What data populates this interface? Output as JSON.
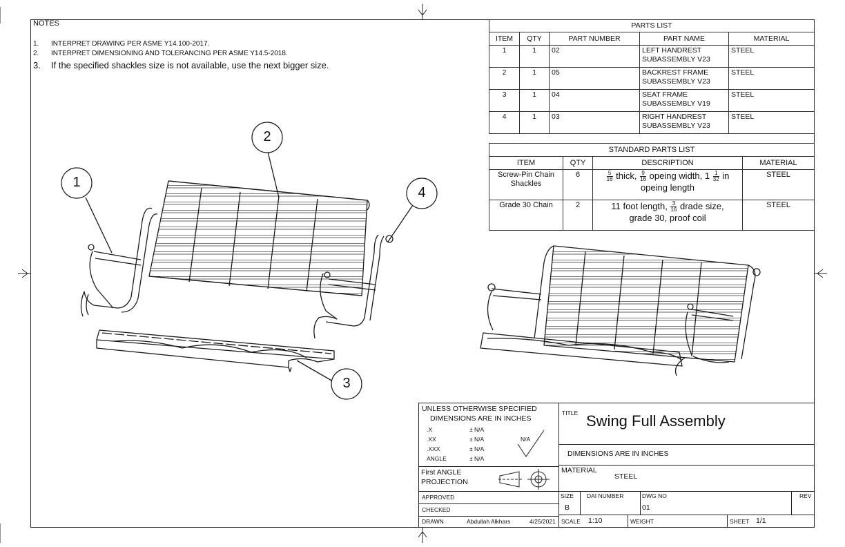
{
  "notes": {
    "title": "NOTES",
    "items": [
      {
        "num": "1.",
        "text": "INTERPRET DRAWING PER ASME Y14.100-2017."
      },
      {
        "num": "2.",
        "text": "INTERPRET DIMENSIONING AND TOLERANCING PER ASME Y14.5-2018."
      },
      {
        "num": "3.",
        "text": "If the specified shackles size is not available, use the next bigger size."
      }
    ]
  },
  "parts_list": {
    "title": "PARTS LIST",
    "headers": [
      "ITEM",
      "QTY",
      "PART NUMBER",
      "PART NAME",
      "MATERIAL"
    ],
    "rows": [
      {
        "item": "1",
        "qty": "1",
        "part_number": "02",
        "name_line1": "LEFT HANDREST",
        "name_line2": "SUBASSEMBLY V23",
        "material": "STEEL"
      },
      {
        "item": "2",
        "qty": "1",
        "part_number": "05",
        "name_line1": "BACKREST FRAME",
        "name_line2": "SUBASSEMBLY V23",
        "material": "STEEL"
      },
      {
        "item": "3",
        "qty": "1",
        "part_number": "04",
        "name_line1": "SEAT FRAME",
        "name_line2": "SUBASSEMBLY V19",
        "material": "STEEL"
      },
      {
        "item": "4",
        "qty": "1",
        "part_number": "03",
        "name_line1": "RIGHT HANDREST",
        "name_line2": "SUBASSEMBLY V23",
        "material": "STEEL"
      }
    ]
  },
  "standard_parts": {
    "title": "STANDARD PARTS LIST",
    "headers": [
      "ITEM",
      "QTY",
      "DESCRIPTION",
      "MATERIAL"
    ],
    "rows": [
      {
        "item_line1": "Screw-Pin Chain",
        "item_line2": "Shackles",
        "qty": "6",
        "f1n": "5",
        "f1d": "16",
        "t1": "thick,",
        "f2n": "9",
        "f2d": "16",
        "t2": "opeing width, 1",
        "f3n": "1",
        "f3d": "32",
        "t3": "in",
        "t4": "opeing length",
        "material": "STEEL"
      },
      {
        "item_line1": "Grade 30 Chain",
        "qty": "2",
        "t1": "11 foot length,",
        "f1n": "3",
        "f1d": "16",
        "t2": "drade size,",
        "t3": "grade 30, proof coil",
        "material": "STEEL"
      }
    ]
  },
  "balloons": [
    "1",
    "2",
    "3",
    "4"
  ],
  "title_block": {
    "unless_line1": "UNLESS OTHERWISE SPECIFIED",
    "unless_line2": "DIMENSIONS ARE IN INCHES",
    "tolerances": [
      {
        "label": ".X",
        "value": "± N/A"
      },
      {
        "label": ".XX",
        "value": "± N/A"
      },
      {
        "label": ".XXX",
        "value": "± N/A"
      },
      {
        "label": "ANGLE",
        "value": "± N/A"
      }
    ],
    "finish": "N/A",
    "projection_line1": "First ANGLE",
    "projection_line2": "PROJECTION",
    "title_label": "TITLE",
    "title": "Swing Full Assembly",
    "dimensions_note": "DIMENSIONS ARE IN INCHES",
    "material_label": "MATERIAL",
    "material": "STEEL",
    "approved_label": "APPROVED",
    "checked_label": "CHECKED",
    "drawn_label": "DRAWN",
    "drawn_by": "Abdullah Alkhars",
    "drawn_date": "4/25/2021",
    "size_label": "SIZE",
    "size": "B",
    "dai_label": "DAI NUMBER",
    "dwg_label": "DWG NO",
    "dwg_no": "01",
    "rev_label": "REV",
    "scale_label": "SCALE",
    "scale": "1:10",
    "weight_label": "WEIGHT",
    "sheet_label": "SHEET",
    "sheet": "1/1"
  }
}
